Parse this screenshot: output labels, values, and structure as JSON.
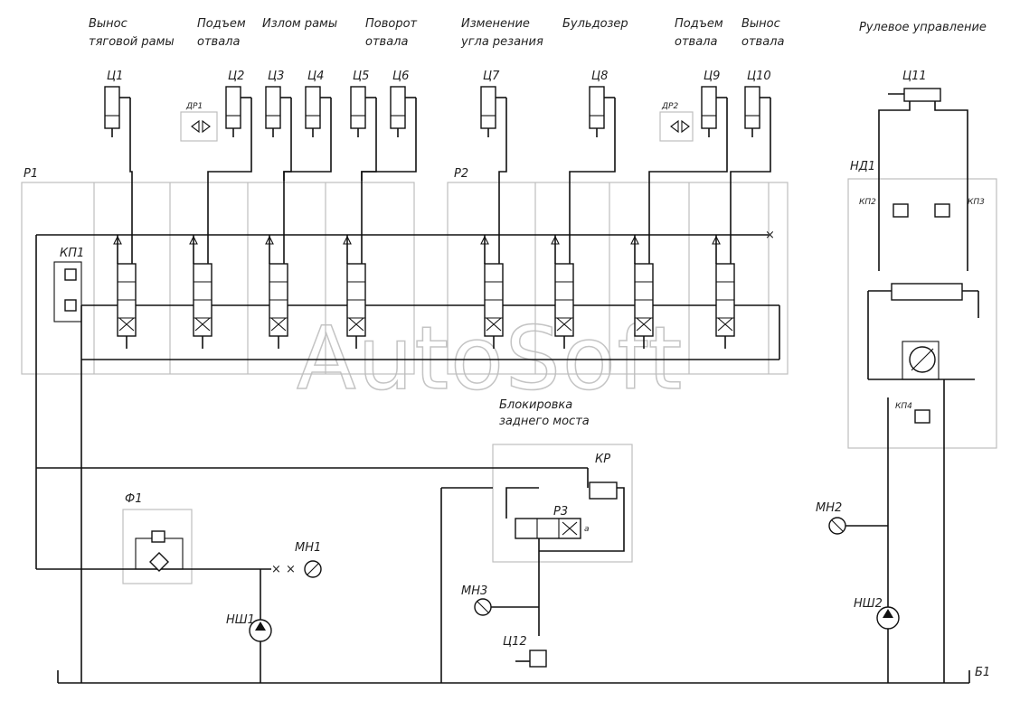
{
  "watermark": "AutoSoft",
  "function_labels": [
    {
      "line1": "Вынос",
      "line2": "тяговой рамы"
    },
    {
      "line1": "Подъем",
      "line2": "отвала"
    },
    {
      "line1": "Излом рамы",
      "line2": ""
    },
    {
      "line1": "Поворот",
      "line2": "отвала"
    },
    {
      "line1": "Изменение",
      "line2": "угла резания"
    },
    {
      "line1": "Бульдозер",
      "line2": ""
    },
    {
      "line1": "Подъем",
      "line2": "отвала"
    },
    {
      "line1": "Вынос",
      "line2": "отвала"
    },
    {
      "line1": "Рулевое управление",
      "line2": ""
    }
  ],
  "cylinders": [
    "Ц1",
    "Ц2",
    "Ц3",
    "Ц4",
    "Ц5",
    "Ц6",
    "Ц7",
    "Ц8",
    "Ц9",
    "Ц10",
    "Ц11",
    "Ц12"
  ],
  "blocks": {
    "p1": "Р1",
    "p2": "Р2",
    "nd1": "НД1",
    "kp1": "КП1",
    "kp2": "КП2",
    "kp3": "КП3",
    "kp4": "КП4",
    "dr1": "ДР1",
    "dr2": "ДР2",
    "kr": "КР",
    "p3": "Р3",
    "a": "а",
    "f1": "Ф1",
    "mn1": "МН1",
    "mn2": "МН2",
    "mn3": "МН3",
    "nsh1": "НШ1",
    "nsh2": "НШ2",
    "b1": "Б1"
  },
  "lock_label": {
    "line1": "Блокировка",
    "line2": "заднего моста"
  }
}
